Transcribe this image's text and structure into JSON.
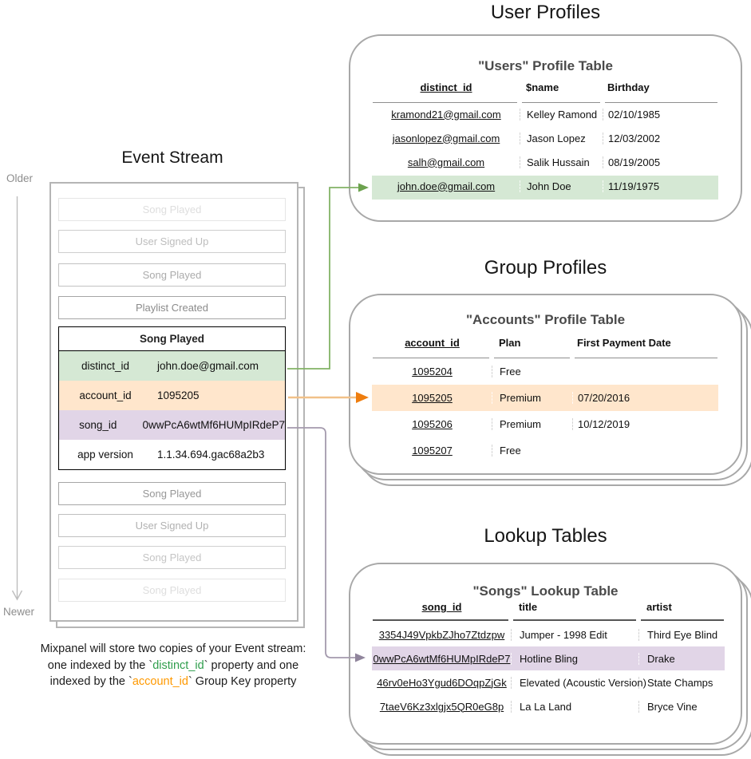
{
  "event_stream": {
    "title": "Event Stream",
    "older_label": "Older",
    "newer_label": "Newer",
    "events_before": [
      "Song Played",
      "User Signed Up",
      "Song Played",
      "Playlist Created"
    ],
    "active_event": {
      "name": "Song Played",
      "properties": [
        {
          "key": "distinct_id",
          "value": "john.doe@gmail.com",
          "highlight": "green"
        },
        {
          "key": "account_id",
          "value": "1095205",
          "highlight": "orange"
        },
        {
          "key": "song_id",
          "value": "0wwPcA6wtMf6HUMpIRdeP7",
          "highlight": "purple"
        },
        {
          "key": "app version",
          "value": "1.1.34.694.gac68a2b3",
          "highlight": "none"
        }
      ]
    },
    "events_after": [
      "Song Played",
      "User Signed Up",
      "Song Played",
      "Song Played"
    ]
  },
  "user_profiles": {
    "section_title": "User Profiles",
    "table_title": "\"Users\" Profile Table",
    "columns": [
      "distinct_id",
      "$name",
      "Birthday"
    ],
    "rows": [
      [
        "kramond21@gmail.com",
        "Kelley Ramond",
        "02/10/1985"
      ],
      [
        "jasonlopez@gmail.com",
        "Jason Lopez",
        "12/03/2002"
      ],
      [
        "salh@gmail.com",
        "Salik Hussain",
        "08/19/2005"
      ],
      [
        "john.doe@gmail.com",
        "John Doe",
        "11/19/1975"
      ]
    ],
    "highlighted_row_index": 3
  },
  "group_profiles": {
    "section_title": "Group Profiles",
    "table_title": "\"Accounts\" Profile Table",
    "columns": [
      "account_id",
      "Plan",
      "First Payment Date"
    ],
    "rows": [
      [
        "1095204",
        "Free",
        ""
      ],
      [
        "1095205",
        "Premium",
        "07/20/2016"
      ],
      [
        "1095206",
        "Premium",
        "10/12/2019"
      ],
      [
        "1095207",
        "Free",
        ""
      ]
    ],
    "highlighted_row_index": 1
  },
  "lookup_tables": {
    "section_title": "Lookup Tables",
    "table_title": "\"Songs\" Lookup Table",
    "columns": [
      "song_id",
      "title",
      "artist"
    ],
    "rows": [
      [
        "3354J49VpkbZJho7Ztdzpw",
        "Jumper - 1998 Edit",
        "Third Eye Blind"
      ],
      [
        "0wwPcA6wtMf6HUMpIRdeP7",
        "Hotline Bling",
        "Drake"
      ],
      [
        "46rv0eHo3Ygud6DOqpZjGk",
        "Elevated (Acoustic Version)",
        "State Champs"
      ],
      [
        "7taeV6Kz3xlgjx5QR0eG8p",
        "La La Land",
        "Bryce Vine"
      ]
    ],
    "highlighted_row_index": 1
  },
  "caption": {
    "line1": "Mixpanel will store two copies of your Event stream:",
    "line2_prefix": "one indexed by the `",
    "line2_token": "distinct_id",
    "line2_suffix": "` property and one",
    "line3_prefix": "indexed by the `",
    "line3_token": "account_id",
    "line3_suffix": "` Group Key property"
  },
  "colors": {
    "distinct_id_highlight": "#d5e8d4",
    "account_id_highlight": "#ffe6cc",
    "song_id_highlight": "#e1d5e7",
    "green_arrow": "#82b366",
    "orange_arrow_line": "#f1c189",
    "orange_arrow_head": "#ee7d0e",
    "purple_arrow": "#a49aad",
    "caption_green": "#2f9e4c",
    "caption_orange": "#ff9900",
    "panel_border": "#a8a8a8"
  }
}
